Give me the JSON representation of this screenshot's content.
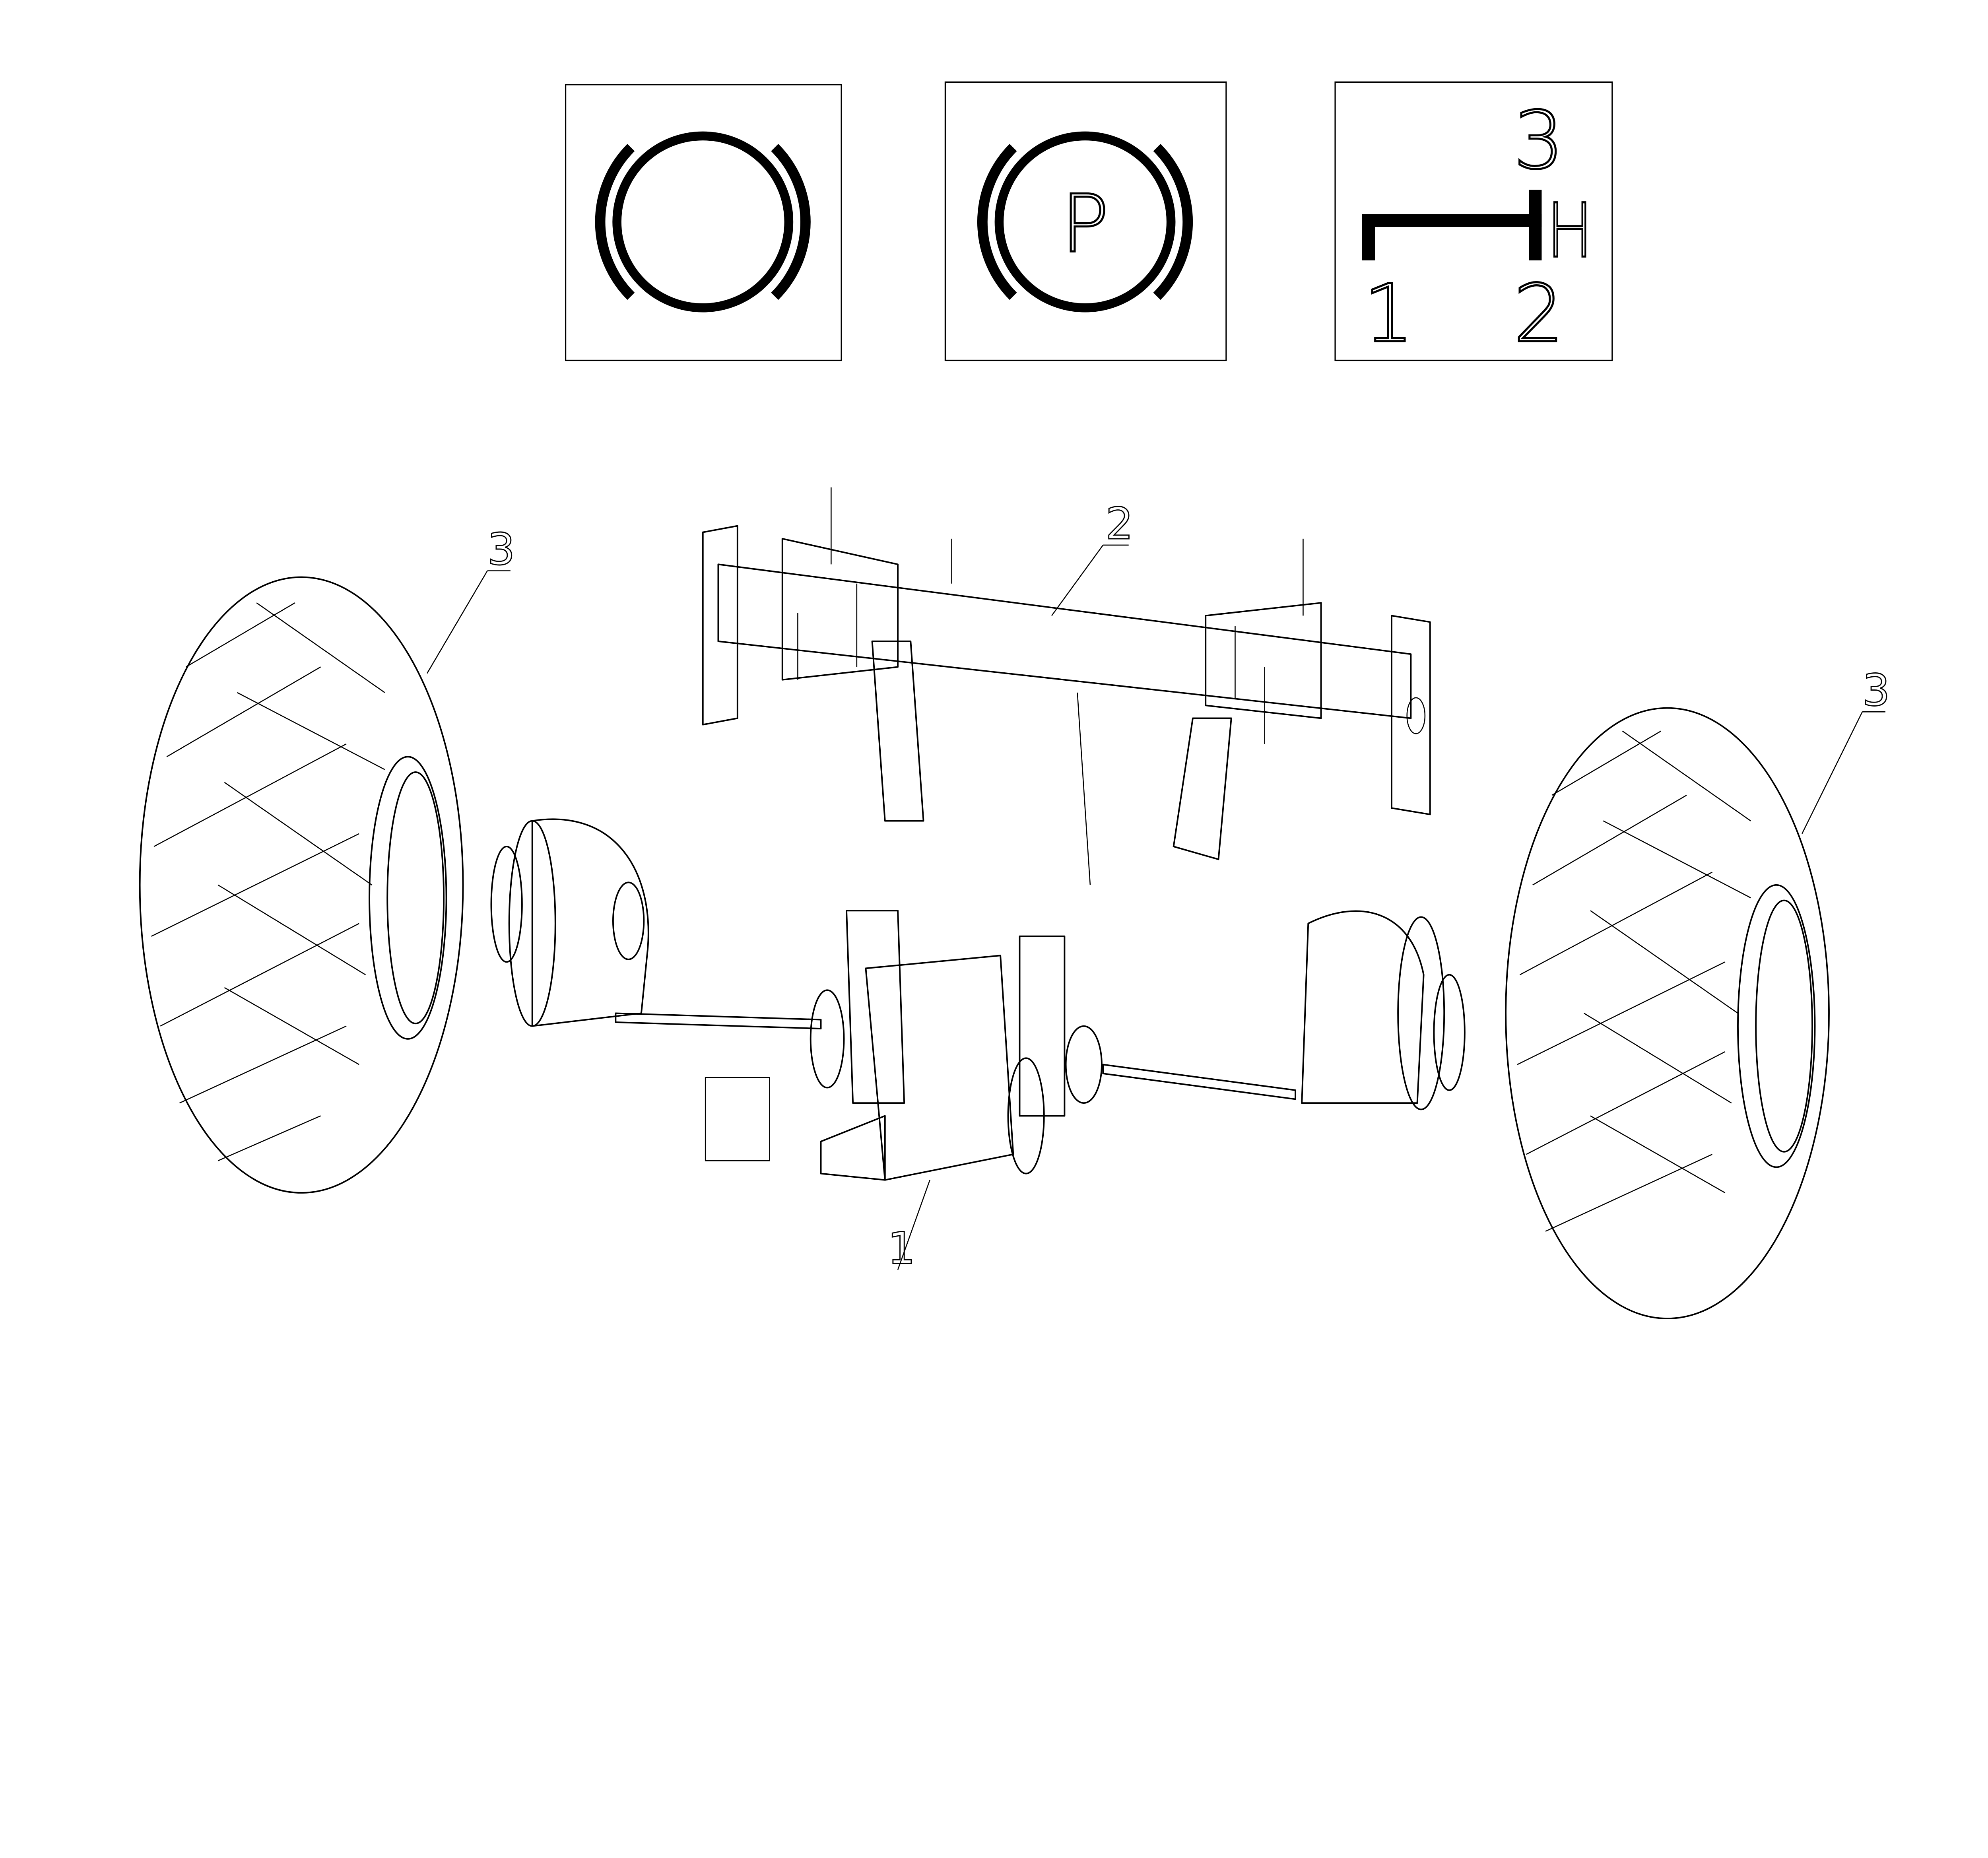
{
  "symbols": {
    "service_brake": {
      "icon": "brake-warning-icon"
    },
    "parking_brake": {
      "icon": "parking-brake-icon",
      "letter": "P"
    },
    "gear_pattern": {
      "icon": "gear-shift-pattern-icon",
      "gears": [
        "1",
        "2",
        "3"
      ],
      "range": "H"
    }
  },
  "callouts": {
    "transmission": "1",
    "axle_frame": "2",
    "wheel_left": "3",
    "wheel_right": "3"
  }
}
